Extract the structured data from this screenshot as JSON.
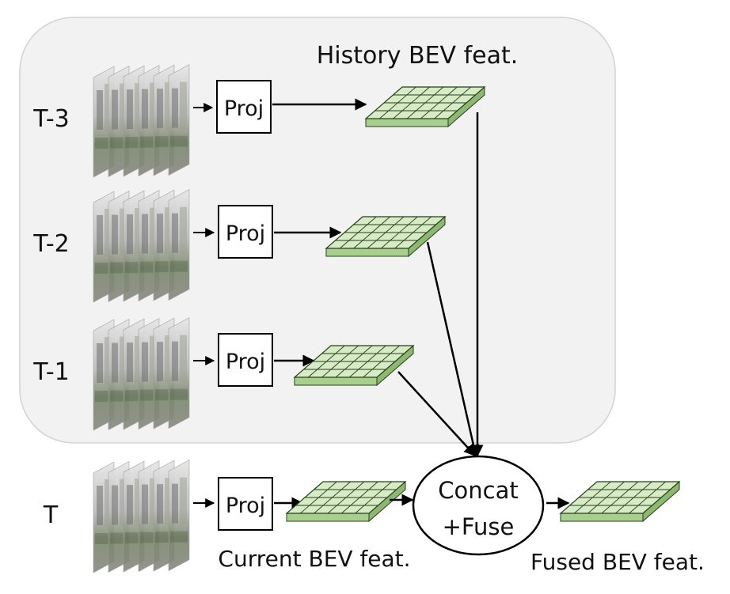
{
  "history_panel": {
    "title": "History BEV feat."
  },
  "rows": [
    {
      "time_label": "T-3",
      "proj_label": "Proj"
    },
    {
      "time_label": "T-2",
      "proj_label": "Proj"
    },
    {
      "time_label": "T-1",
      "proj_label": "Proj"
    },
    {
      "time_label": "T",
      "proj_label": "Proj"
    }
  ],
  "fusion": {
    "line1": "Concat",
    "line2": "+Fuse"
  },
  "captions": {
    "current": "Current BEV feat.",
    "fused": "Fused BEV feat."
  },
  "colors": {
    "panel_fill": "#f2f2f2",
    "panel_stroke": "#d2d2d2",
    "grid_top": "#d6ebc6",
    "grid_front": "#a9cf8f",
    "grid_side": "#8cb870",
    "grid_line": "#26401a",
    "arrow": "#000000"
  },
  "icons": {
    "camera_stack": "street-view-camera-frames",
    "bev_grid": "bev-feature-grid"
  }
}
